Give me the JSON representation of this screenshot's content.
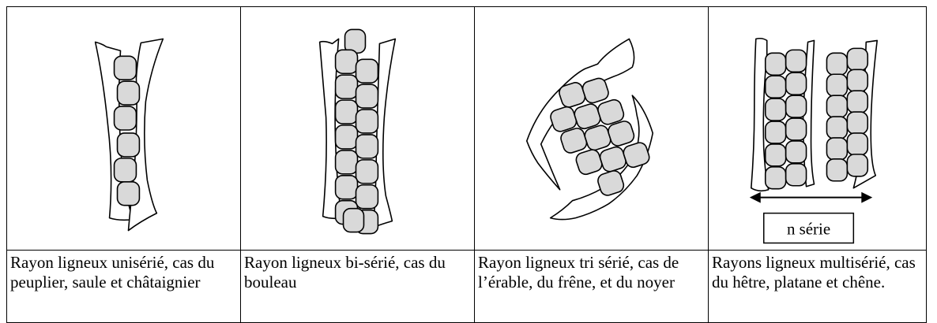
{
  "panels": [
    {
      "caption": "Rayon ligneux unisérié, cas du peuplier, saule et châtaignier",
      "type": "unisériate"
    },
    {
      "caption": "Rayon ligneux bi-sérié, cas du bouleau",
      "type": "bisériate"
    },
    {
      "caption": "Rayon ligneux tri sérié, cas de l’érable, du frêne, et du noyer",
      "type": "trisériate"
    },
    {
      "caption": "Rayons ligneux multisérié, cas du hêtre, platane et chêne.",
      "type": "multisériate"
    }
  ],
  "annotation": {
    "label": "n série"
  }
}
